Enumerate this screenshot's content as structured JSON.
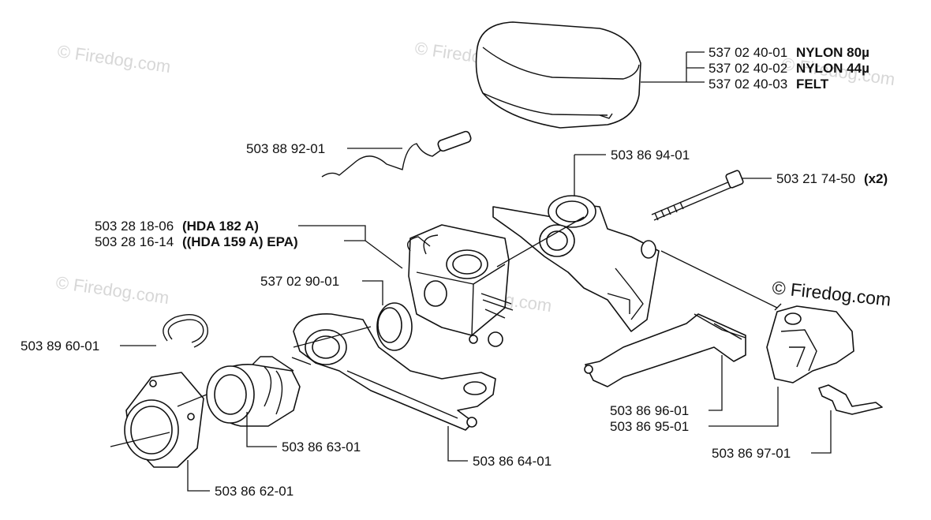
{
  "watermarks": [
    "© Firedog.com",
    "© Firedog.com",
    "© Firedog.com",
    "© Firedog.com",
    "© Firedog.com"
  ],
  "copyright": "© Firedog.com",
  "callouts": {
    "air_filter": [
      {
        "number": "537 02 40-01",
        "desc": "NYLON 80µ"
      },
      {
        "number": "537 02 40-02",
        "desc": "NYLON 44µ"
      },
      {
        "number": "537 02 40-03",
        "desc": "FELT"
      }
    ],
    "choke_rod": {
      "number": "503 88 92-01"
    },
    "carb_adapter": {
      "number": "503 86 94-01"
    },
    "bolt": {
      "number": "503 21 74-50",
      "qty": "(x2)"
    },
    "carburetor": [
      {
        "number": "503 28 18-06",
        "desc": "(HDA 182 A)"
      },
      {
        "number": "503 28 16-14",
        "desc": "((HDA 159 A) EPA)"
      }
    ],
    "ring": {
      "number": "537 02 90-01"
    },
    "circlip": {
      "number": "503 89 60-01"
    },
    "intake_boot": {
      "number": "503 86 63-01"
    },
    "intake_flange": {
      "number": "503 86 62-01"
    },
    "manifold_plate": {
      "number": "503 86 64-01"
    },
    "throttle_rod": {
      "number": "503 86 96-01"
    },
    "choke_lever": {
      "number": "503 86 95-01"
    },
    "spring_clip": {
      "number": "503 86 97-01"
    }
  }
}
